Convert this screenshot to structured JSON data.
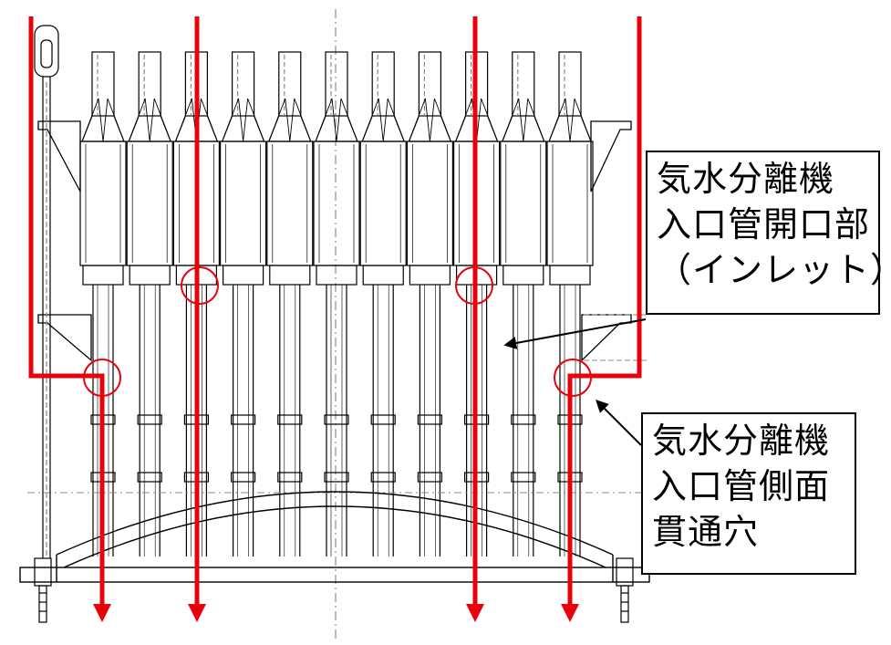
{
  "colors": {
    "flow": "#e8000b",
    "line": "#000000",
    "dim": "#777777",
    "background": "#ffffff"
  },
  "callouts": {
    "inlet": {
      "lines": [
        "気水分離機",
        "入口管開口部",
        "（インレット）"
      ]
    },
    "side_hole": {
      "lines": [
        "気水分離機",
        "入口管側面",
        "貫通穴"
      ]
    }
  }
}
